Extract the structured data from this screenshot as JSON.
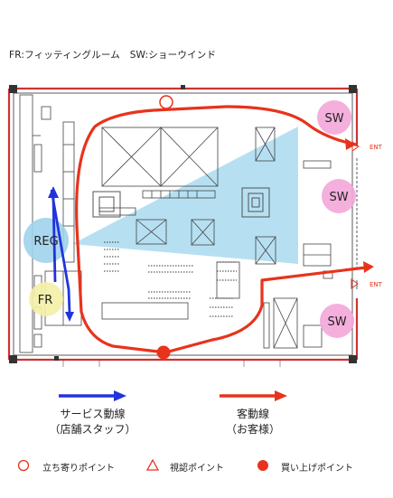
{
  "header": {
    "note": "FR:フィッティングルーム　SW:ショーウインド"
  },
  "plan": {
    "labels": {
      "reg": "REG",
      "fr": "FR",
      "sw": "SW",
      "ent": "ENT"
    }
  },
  "legend": {
    "service": {
      "line1": "サービス動線",
      "line2": "（店舗スタッフ）",
      "color": "#2233dd"
    },
    "customer": {
      "line1": "客動線",
      "line2": "（お客様）",
      "color": "#e8331c"
    }
  },
  "key": {
    "stop_point": "立ち寄りポイント",
    "view_point": "視認ポイント",
    "buy_point": "買い上げポイント"
  },
  "colors": {
    "customer_line": "#e8331c",
    "service_line": "#2233dd",
    "sightline": "#a9daf0",
    "reg_circle": "#9fd3ec",
    "fr_circle": "#f4f0a6",
    "sw_circle": "#f3a6d8",
    "walls": "#c33"
  }
}
